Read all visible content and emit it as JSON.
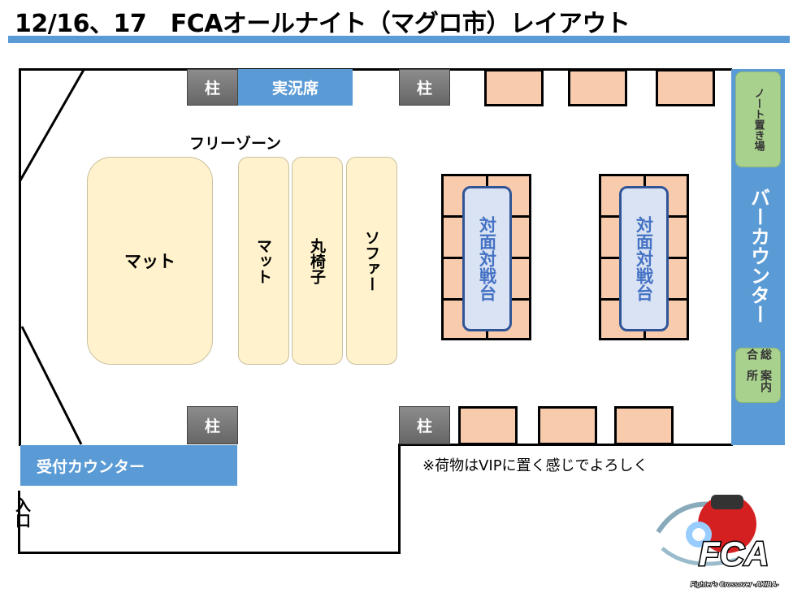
{
  "title": "12/16、17　FCAオールナイト（マグロ市）レイアウト",
  "pillar": "柱",
  "commentary": "実況席",
  "free_zone": "フリーゾーン",
  "mat": "マット",
  "mat2": "マット",
  "stools": "丸椅子",
  "sofa": "ソファー",
  "match_table": "対面対戦台",
  "note_storage": "ノート置き場",
  "bar_counter": "バーカウンター",
  "info_desk_line1": "総合",
  "info_desk_line2": "案内所",
  "reception": "受付カウンター",
  "entrance": "入口",
  "note": "※荷物はVIPに置く感じでよろしく",
  "logo": {
    "text": "FCA",
    "subtitle": "Fighter's Crossover -AKIBA-"
  }
}
